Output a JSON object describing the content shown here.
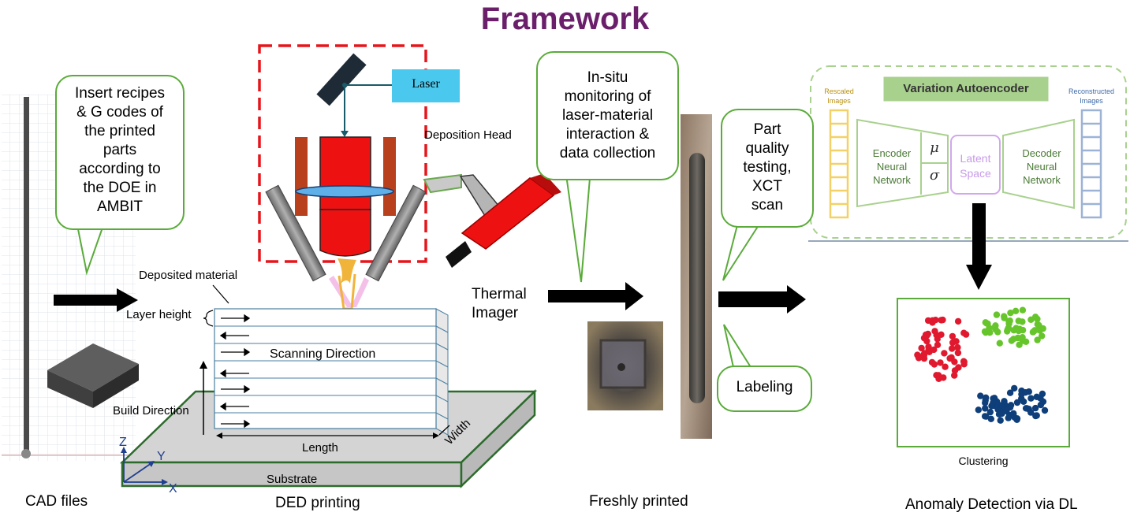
{
  "title": "Framework",
  "captions": {
    "cad": "CAD files",
    "ded": "DED printing",
    "fresh": "Freshly printed",
    "anomaly": "Anomaly Detection via DL"
  },
  "bubbles": {
    "recipes": [
      "Insert recipes",
      "& G codes of",
      "the printed",
      "parts",
      "according to",
      "the DOE in",
      "AMBIT"
    ],
    "insitu": [
      "In-situ",
      "monitoring of",
      "laser-material",
      "interaction &",
      "data collection"
    ],
    "quality": [
      "Part",
      "quality",
      "testing,",
      "XCT",
      "scan"
    ],
    "labeling": "Labeling"
  },
  "ded": {
    "laser": "Laser",
    "deposition_head": "Deposition Head",
    "thermal_imager": [
      "Thermal",
      "Imager"
    ],
    "deposited_material": "Deposited material",
    "layer_height": "Layer height",
    "scanning_direction": "Scanning Direction",
    "build_direction": "Build Direction",
    "length": "Length",
    "width": "Width",
    "substrate": "Substrate",
    "axis_z": "Z",
    "axis_y": "Y",
    "axis_x": "X"
  },
  "vae": {
    "title": "Variation Autoencoder",
    "rescaled": [
      "Rescaled",
      "Images"
    ],
    "reconstructed": [
      "Reconstructed",
      "Images"
    ],
    "encoder": [
      "Encoder",
      "Neural",
      "Network"
    ],
    "decoder": [
      "Decoder",
      "Neural",
      "Network"
    ],
    "latent": [
      "Latent",
      "Space"
    ],
    "mu": "μ",
    "sigma": "σ"
  },
  "clustering": {
    "label": "Clustering"
  },
  "colors": {
    "title": "#6b1f6b",
    "bubble_border": "#5aab3a",
    "laser_box": "#4bc8ee",
    "head_red": "#ee1111",
    "vae_green": "#a9d18e",
    "cluster_red": "#e0192f",
    "cluster_green": "#66c52b",
    "cluster_blue": "#0e3f7a"
  }
}
